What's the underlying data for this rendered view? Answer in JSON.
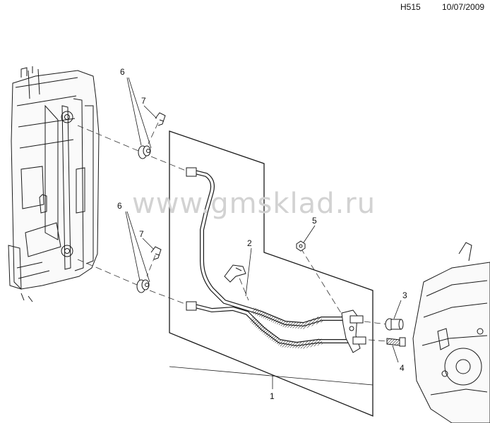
{
  "header": {
    "code": "H515",
    "date": "10/07/2009"
  },
  "watermark": "www.gmsklad.ru",
  "callouts": [
    "1",
    "2",
    "3",
    "4",
    "5",
    "6",
    "7",
    "6",
    "7"
  ],
  "colors": {
    "line": "#1a1a1a",
    "watermark": "#d2d2d2",
    "background": "#ffffff"
  }
}
